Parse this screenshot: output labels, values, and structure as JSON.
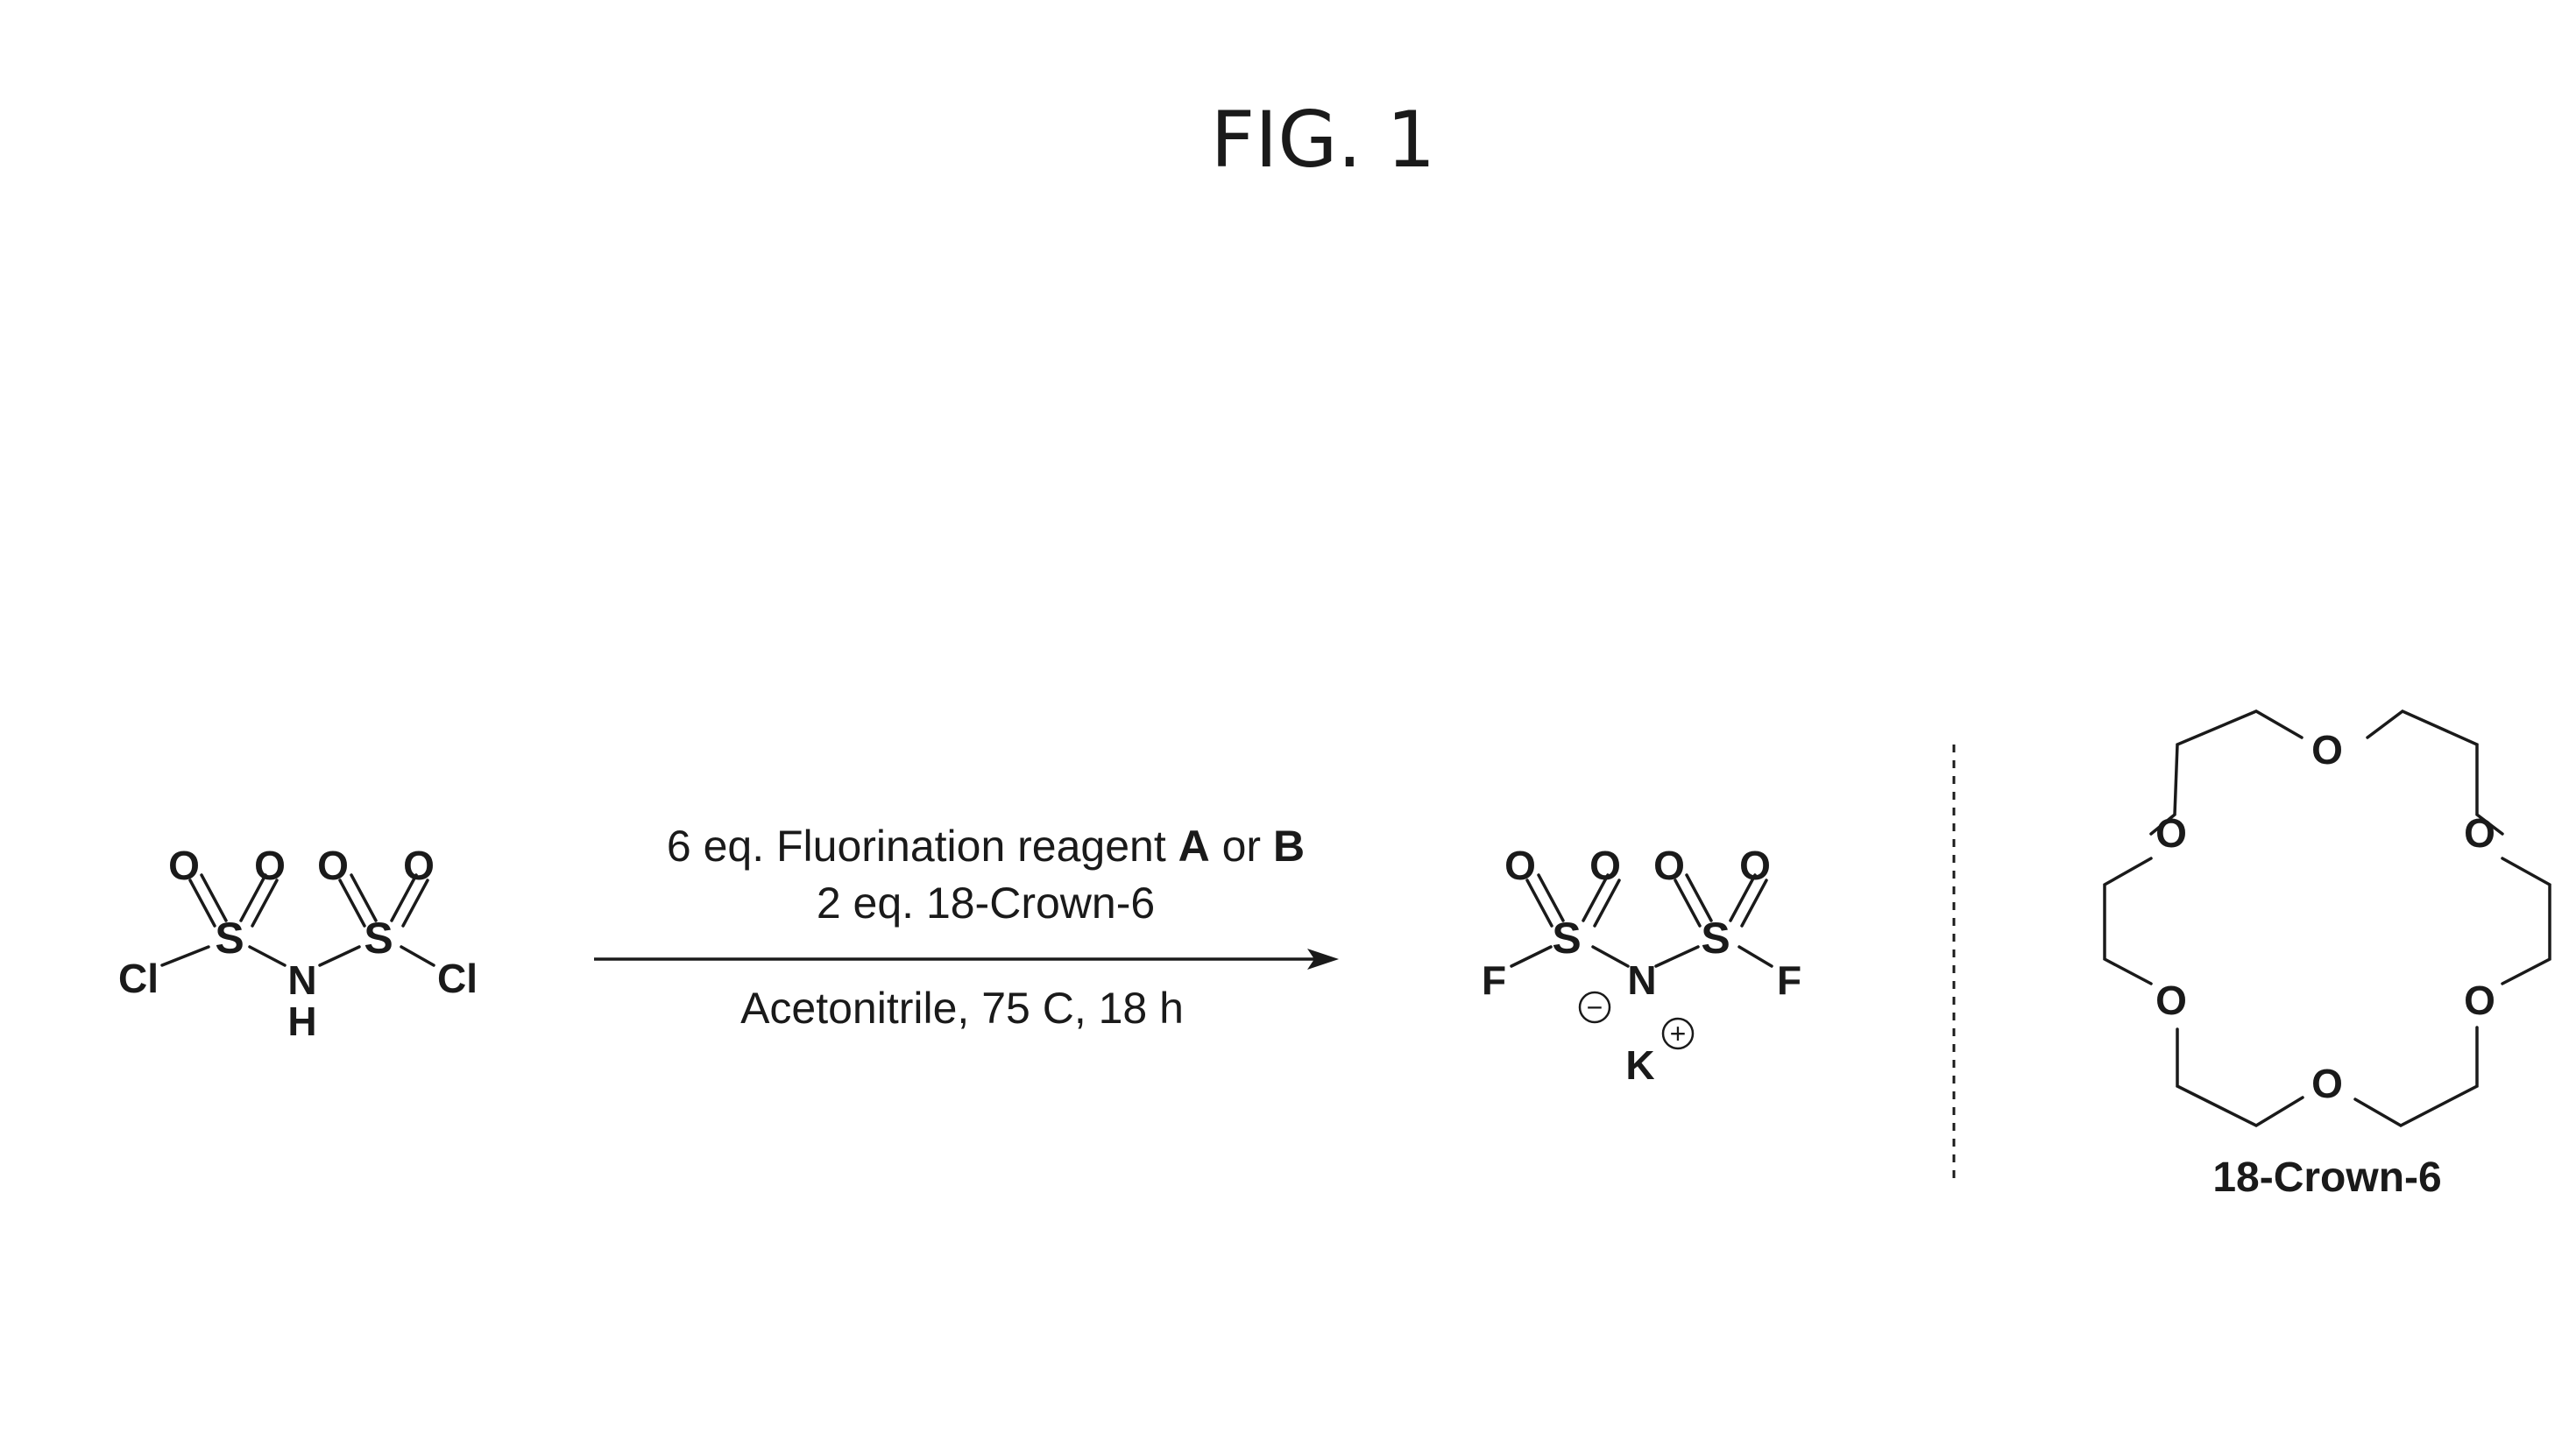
{
  "figure_title": "FIG. 1",
  "reactant": {
    "atoms": {
      "o1": "O",
      "o2": "O",
      "o3": "O",
      "o4": "O",
      "s1": "S",
      "s2": "S",
      "n": "N",
      "h": "H",
      "cl1": "Cl",
      "cl2": "Cl"
    }
  },
  "conditions": {
    "line1_prefix": "6 eq. Fluorination reagent ",
    "line1_a": "A",
    "line1_or": " or ",
    "line1_b": "B",
    "line2": "2 eq. 18-Crown-6",
    "below": "Acetonitrile, 75 C, 18 h"
  },
  "product": {
    "atoms": {
      "o1": "O",
      "o2": "O",
      "o3": "O",
      "o4": "O",
      "s1": "S",
      "s2": "S",
      "n": "N",
      "k": "K",
      "f1": "F",
      "f2": "F"
    },
    "charges": {
      "anion": "−",
      "cation": "+"
    }
  },
  "crown_ether": {
    "oxygen": "O",
    "label": "18-Crown-6"
  }
}
